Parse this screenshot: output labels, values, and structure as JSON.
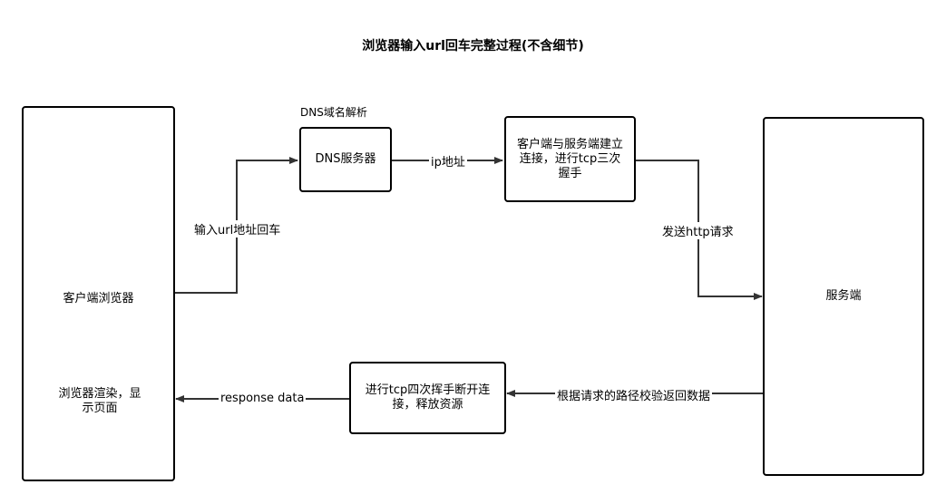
{
  "title": "浏览器输入url回车完整过程(不含细节)",
  "nodes": {
    "client": {
      "label": "客户端浏览器",
      "render_label": "浏览器渲染，显示页面"
    },
    "dns": {
      "caption": "DNS域名解析",
      "label": "DNS服务器"
    },
    "tcp_connect": {
      "label": "客户端与服务端建立连接，进行tcp三次握手"
    },
    "server": {
      "label": "服务端"
    },
    "tcp_close": {
      "label": "进行tcp四次挥手断开连接，释放资源"
    }
  },
  "edges": {
    "client_to_dns": "输入url地址回车",
    "dns_to_tcp": "ip地址",
    "tcp_to_server": "发送http请求",
    "server_to_close": "根据请求的路径校验返回数据",
    "close_to_client": "response data"
  },
  "colors": {
    "stroke": "#000000",
    "background": "#ffffff"
  }
}
